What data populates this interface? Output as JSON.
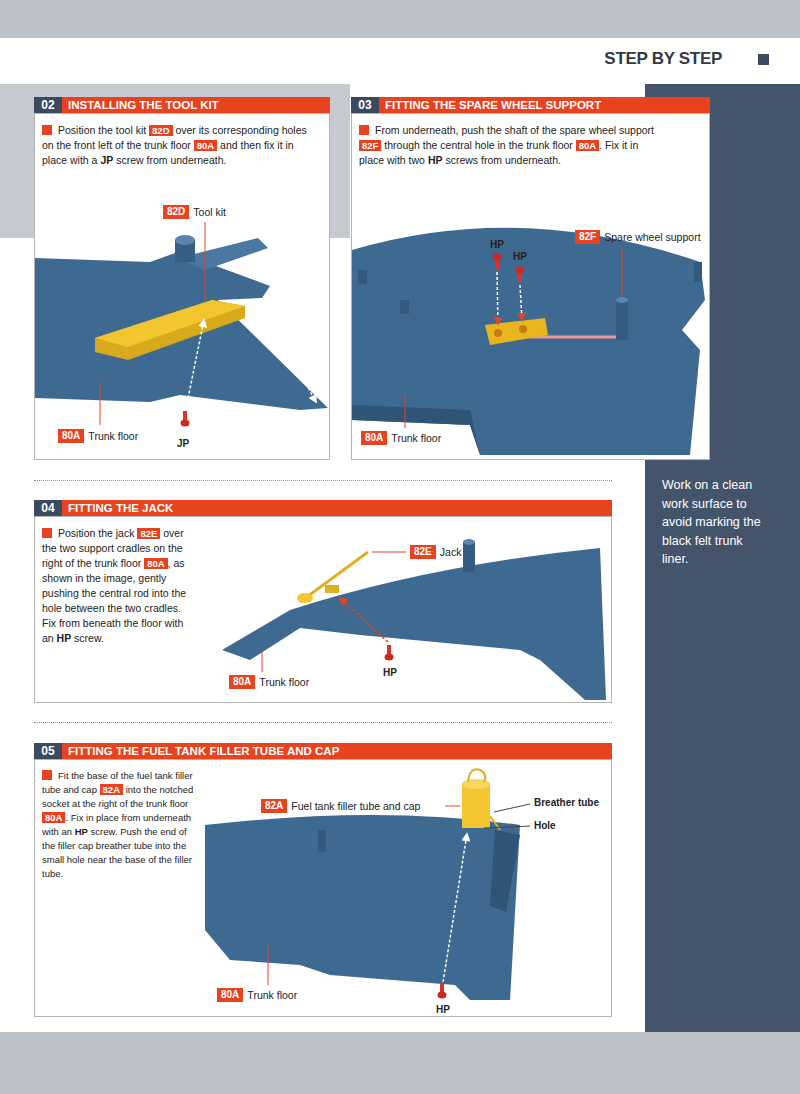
{
  "diagram": {
    "title": "STEP BY STEP",
    "nodes": [
      {
        "text": [
          "02",
          "INSTALLING THE TOOL KIT",
          "Position the tool kit 82D over its corresponding holes on the front left of the trunk floor 80A and then fix it in place with a JP screw from underneath."
        ]
      },
      {
        "text": [
          "82D",
          "Tool kit"
        ],
        "in": 0
      },
      {
        "text": [
          "80A",
          "Trunk floor"
        ],
        "in": 0
      },
      {
        "text": [
          "03",
          "FITTING THE SPARE WHEEL SUPPORT",
          "From underneath, push the shaft of the spare wheel support 82F through the central hole in the trunk floor 80A. Fix it in place with two HP screws from underneath."
        ]
      },
      {
        "text": [
          "82F",
          "Spare wheel support"
        ],
        "in": 3
      },
      {
        "text": [
          "80A",
          "Trunk floor"
        ],
        "in": 3
      },
      {
        "text": [
          "Work on a clean work surface to avoid marking the black felt trunk liner."
        ]
      },
      {
        "text": [
          "04",
          "FITTING THE JACK",
          "Position the jack 82E over the two support cradles on the right of the trunk floor 80A, as shown in the image, gently pushing the central rod into the hole between the two cradles. Fix from beneath the floor with an HP screw."
        ]
      },
      {
        "text": [
          "82E",
          "Jack"
        ],
        "in": 7
      },
      {
        "text": [
          "80A",
          "Trunk floor"
        ],
        "in": 7
      },
      {
        "text": [
          "05",
          "FITTING THE FUEL TANK FILLER TUBE AND CAP",
          "Fit the base of the fuel tank filler tube and cap 82A into the notched socket at the right of the trunk floor 80A. Fix in place from underneath with an HP screw. Push the end of the filler cap breather tube into the small hole near the base of the filler tube."
        ]
      },
      {
        "text": [
          "82A",
          "Fuel tank filler tube and cap"
        ],
        "in": 10
      },
      {
        "text": [
          "80A",
          "Trunk floor"
        ],
        "in": 10
      }
    ],
    "labels": [
      "JP",
      "HP",
      "HP",
      "HP",
      "HP",
      "Breather tube",
      "Hole"
    ]
  }
}
